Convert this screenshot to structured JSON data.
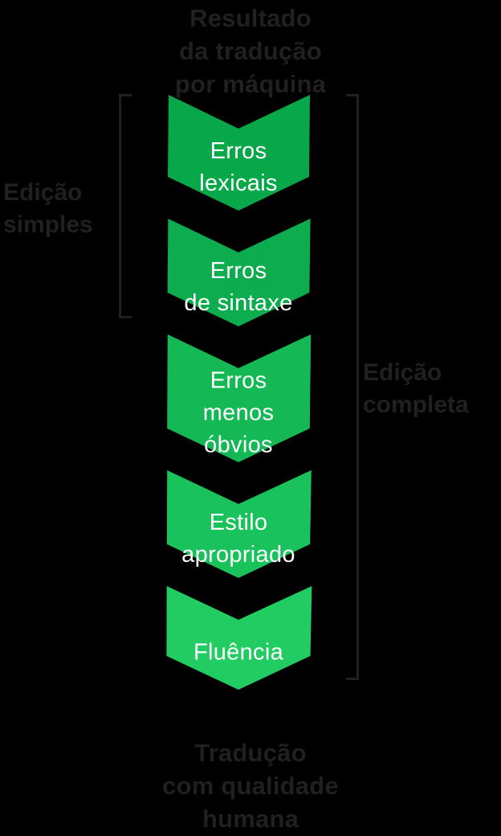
{
  "diagram": {
    "background_color": "#000000",
    "caption_color": "#231f20",
    "label_color": "#ffffff",
    "top_caption": "Resultado\nda tradução\npor máquina",
    "bottom_caption": "Tradução\ncom qualidade\nhumana",
    "brackets": [
      {
        "id": "left",
        "label": "Edição\nsimples",
        "side": "left",
        "spans_steps": [
          1,
          2
        ]
      },
      {
        "id": "right",
        "label": "Edição\ncompleta",
        "side": "right",
        "spans_steps": [
          1,
          2,
          3,
          4,
          5
        ]
      }
    ],
    "steps": [
      {
        "index": 1,
        "label": "Erros\nlexicais",
        "lines": [
          "Erros",
          "lexicais"
        ],
        "color": "#08a84a"
      },
      {
        "index": 2,
        "label": "Erros\nde sintaxe",
        "lines": [
          "Erros",
          "de sintaxe"
        ],
        "color": "#0dad4f"
      },
      {
        "index": 3,
        "label": "Erros\nmenos\nóbvios",
        "lines": [
          "Erros",
          "menos",
          "óbvios"
        ],
        "color": "#14b956"
      },
      {
        "index": 4,
        "label": "Estilo\napropriado",
        "lines": [
          "Estilo",
          "apropriado"
        ],
        "color": "#19c25b"
      },
      {
        "index": 5,
        "label": "Fluência",
        "lines": [
          "Fluência"
        ],
        "color": "#21cc62"
      }
    ]
  }
}
